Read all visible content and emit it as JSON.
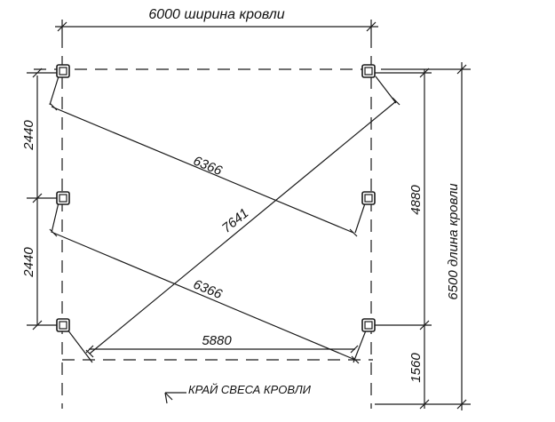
{
  "dimensions": {
    "roof_width": "6000 ширина кровли",
    "roof_length": "6500 длина кровли",
    "left_spacing_top": "2440",
    "left_spacing_bottom": "2440",
    "right_span": "4880",
    "overhang": "1560",
    "post_span_bottom": "5880",
    "diagonal_upper": "6366",
    "diagonal_lower": "6366",
    "diagonal_long": "7641"
  },
  "notes": {
    "overhang_edge": "КРАЙ СВЕСА КРОВЛИ"
  },
  "colors": {
    "ink": "#1a1a1a",
    "background": "#ffffff"
  }
}
